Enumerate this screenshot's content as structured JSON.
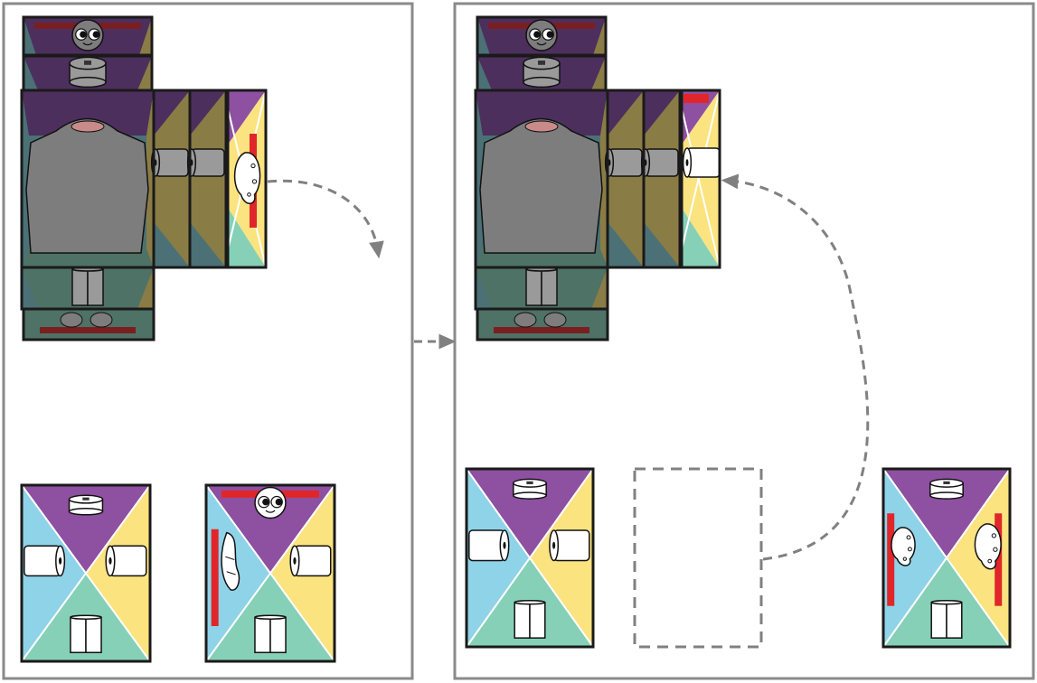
{
  "colors": {
    "panel_border": "#8a8a8a",
    "card_border": "#1a1a1a",
    "top_face": "#8e50a0",
    "left_face": "#8fd3e8",
    "right_face": "#fbe37f",
    "bottom_face": "#86d0b8",
    "top_face_shaded": "#4d2f5e",
    "left_face_shaded": "#4b7176",
    "right_face_shaded": "#8a7c45",
    "bottom_face_shaded": "#4e7265",
    "roll": "#ffffff",
    "roll_shaded": "#9a9a9a",
    "figure": "#ffffff",
    "figure_shaded": "#7d7d7d",
    "marker": "#e0262b",
    "marker_shaded": "#7a1e20",
    "connector": "#808080"
  },
  "icons": {
    "roll": "toilet-paper-roll-icon",
    "face": "smiley-face-icon",
    "figure": "figure-icon",
    "arrow": "dashed-arrow-icon"
  },
  "panels": [
    {
      "id": "before",
      "cards": [
        "net",
        "ref-card",
        "figure-card"
      ],
      "net_rightmost_has_figure": true
    },
    {
      "id": "after",
      "cards": [
        "net",
        "ref-card",
        "empty-slot",
        "figure-card"
      ],
      "net_rightmost_has_figure": false
    }
  ]
}
